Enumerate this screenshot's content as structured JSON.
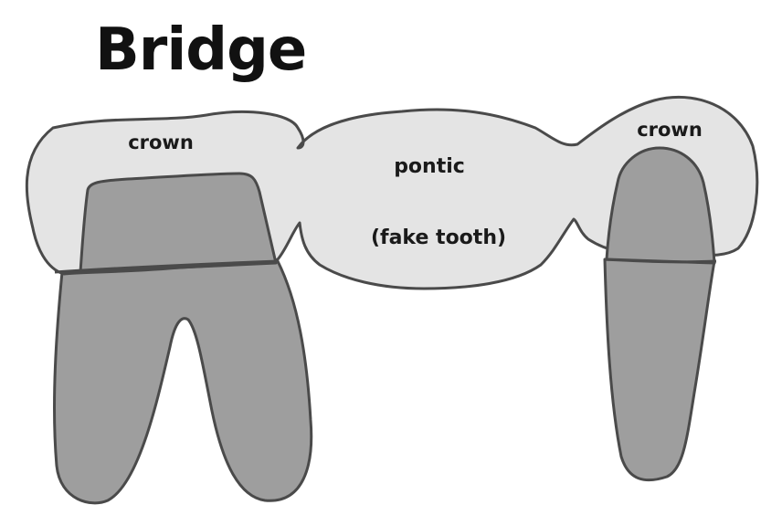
{
  "title": "Bridge",
  "labels": {
    "crown_left": "crown",
    "pontic": "pontic",
    "fake_tooth": "(fake tooth)",
    "crown_right": "crown"
  },
  "colors": {
    "crown_fill": "#e4e4e4",
    "tooth_fill": "#9e9e9e",
    "outline": "#4a4a4a",
    "text": "#1a1a1a"
  }
}
